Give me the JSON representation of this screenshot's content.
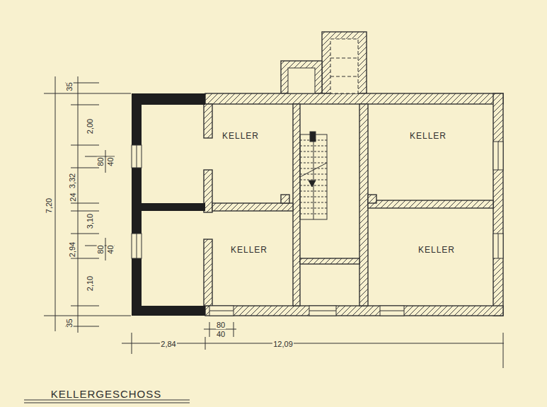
{
  "diagram": {
    "title": "KELLERGESCHOSS",
    "labels": [
      "KELLER",
      "KELLER",
      "KELLER",
      "KELLER",
      "35",
      "2,00",
      "3,32",
      "24",
      "3,10",
      "2,94",
      "2,10",
      "35",
      "7,20",
      "80",
      "40",
      "80",
      "40",
      "80",
      "40",
      "2,84",
      "12,09"
    ]
  }
}
